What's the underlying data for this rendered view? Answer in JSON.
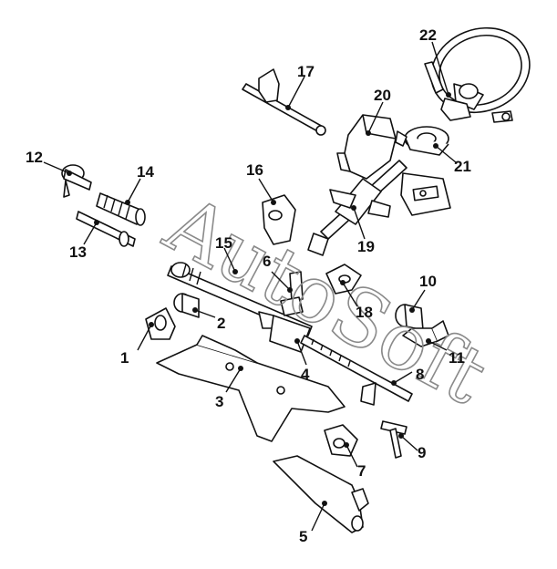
{
  "diagram": {
    "watermark": "AutoSoft",
    "callouts": [
      {
        "id": "1",
        "label": "1"
      },
      {
        "id": "2",
        "label": "2"
      },
      {
        "id": "3",
        "label": "3"
      },
      {
        "id": "4",
        "label": "4"
      },
      {
        "id": "5",
        "label": "5"
      },
      {
        "id": "6",
        "label": "6"
      },
      {
        "id": "7",
        "label": "7"
      },
      {
        "id": "8",
        "label": "8"
      },
      {
        "id": "9",
        "label": "9"
      },
      {
        "id": "10",
        "label": "10"
      },
      {
        "id": "11",
        "label": "11"
      },
      {
        "id": "12",
        "label": "12"
      },
      {
        "id": "13",
        "label": "13"
      },
      {
        "id": "14",
        "label": "14"
      },
      {
        "id": "15",
        "label": "15"
      },
      {
        "id": "16",
        "label": "16"
      },
      {
        "id": "17",
        "label": "17"
      },
      {
        "id": "18",
        "label": "18"
      },
      {
        "id": "19",
        "label": "19"
      },
      {
        "id": "20",
        "label": "20"
      },
      {
        "id": "21",
        "label": "21"
      },
      {
        "id": "22",
        "label": "22"
      }
    ]
  }
}
